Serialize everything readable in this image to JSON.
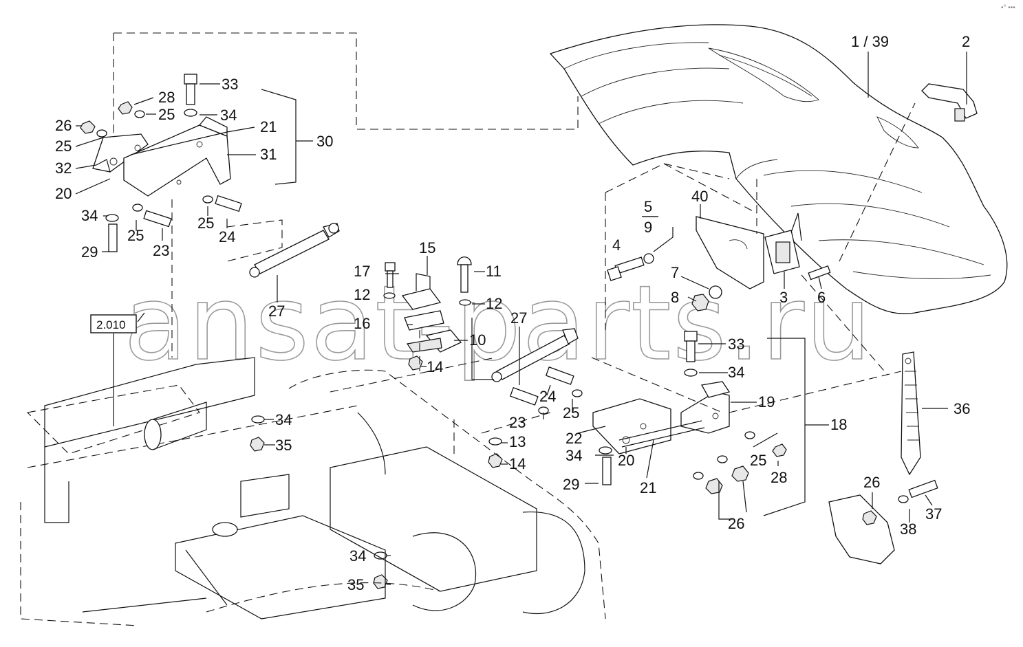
{
  "watermark": "ansat-parts.ru",
  "corner_mark": "•° •••",
  "reference_box": "2.010",
  "labels": {
    "l1_39": "1 / 39",
    "l2": "2",
    "l3": "3",
    "l4": "4",
    "l5": "5",
    "l9": "9",
    "l6": "6",
    "l7": "7",
    "l8": "8",
    "l10": "10",
    "l11": "11",
    "l12a": "12",
    "l12b": "12",
    "l13": "13",
    "l14a": "14",
    "l14b": "14",
    "l15": "15",
    "l16": "16",
    "l17": "17",
    "l18": "18",
    "l19": "19",
    "l20a": "20",
    "l20b": "20",
    "l21a": "21",
    "l21b": "21",
    "l22": "22",
    "l23a": "23",
    "l23b": "23",
    "l24a": "24",
    "l24b": "24",
    "l25a": "25",
    "l25b": "25",
    "l25c": "25",
    "l25d": "25",
    "l25e": "25",
    "l25f": "25",
    "l26a": "26",
    "l26b": "26",
    "l26c": "26",
    "l27a": "27",
    "l27b": "27",
    "l28a": "28",
    "l28b": "28",
    "l29a": "29",
    "l29b": "29",
    "l30": "30",
    "l31": "31",
    "l32": "32",
    "l33a": "33",
    "l33b": "33",
    "l34a": "34",
    "l34b": "34",
    "l34c": "34",
    "l34d": "34",
    "l34e": "34",
    "l34f": "34",
    "l35a": "35",
    "l35b": "35",
    "l36": "36",
    "l37": "37",
    "l38": "38",
    "l40": "40"
  }
}
